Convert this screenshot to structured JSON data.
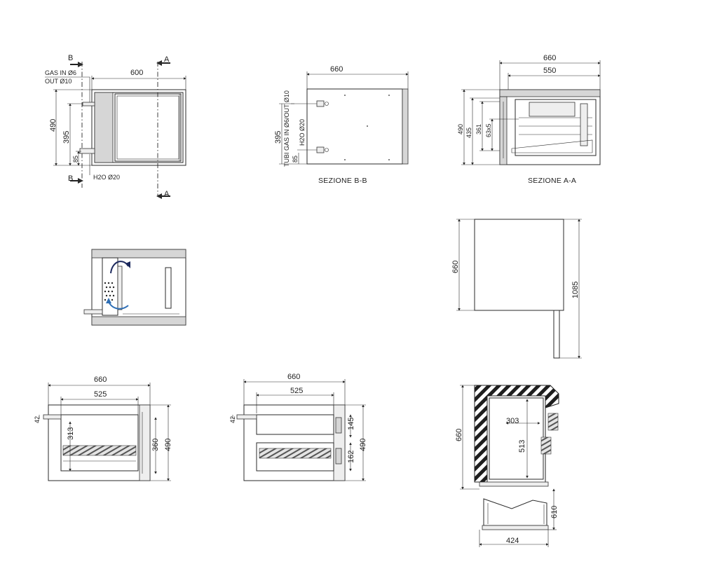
{
  "top_view": {
    "section_b": "B",
    "section_a": "A",
    "gas_in": "GAS IN Ø6",
    "out": "OUT Ø10",
    "width": "600",
    "height": "490",
    "mid": "395",
    "low": "85",
    "h2o": "H2O Ø20"
  },
  "section_bb": {
    "width": "660",
    "height": "395",
    "low": "85",
    "tubi": "TUBI GAS IN Ø6/OUT Ø10",
    "h2o": "H2O Ø20",
    "title": "SEZIONE B-B"
  },
  "section_aa": {
    "outer": "660",
    "inner": "550",
    "h490": "490",
    "h435": "435",
    "h361": "361",
    "grid": "63x5",
    "title": "SEZIONE A-A"
  },
  "side_view": {
    "depth": "660",
    "total": "1085"
  },
  "front_left": {
    "width": "660",
    "inner": "525",
    "top": "42",
    "h313": "313",
    "h360": "360",
    "h490": "490"
  },
  "front_right": {
    "width": "660",
    "inner": "525",
    "top": "42",
    "h145": "145",
    "h162": "162",
    "h490": "490"
  },
  "plan_view": {
    "depth": "660",
    "inner_w": "303",
    "inner_h": "513",
    "ext": "610",
    "base": "424"
  },
  "colors": {
    "line": "#2a2a2a",
    "arrow_blue": "#2f6fb5",
    "arrow_navy": "#1d2a5e"
  }
}
